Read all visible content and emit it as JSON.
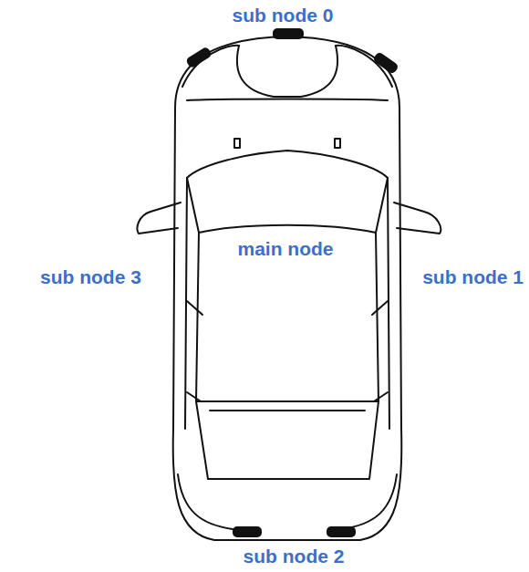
{
  "diagram": {
    "labels": [
      "sub node 0",
      "main node",
      "sub node 3",
      "sub node 1",
      "sub node 2"
    ]
  }
}
